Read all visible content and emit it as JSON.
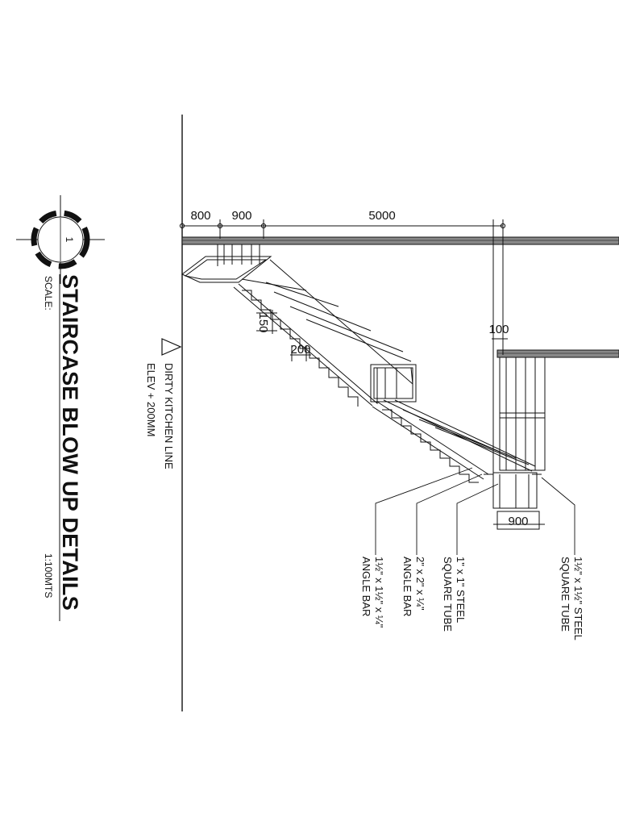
{
  "title": {
    "text": "STAIRCASE BLOW UP DETAILS",
    "scale_label": "SCALE:",
    "scale_value": "1:100MTS",
    "detail_number": "1"
  },
  "level": {
    "line1": "DIRTY KITCHEN LINE",
    "line2": "ELEV + 200MM"
  },
  "dimensions": {
    "d1": "800",
    "d2": "900",
    "d3": "5000",
    "riser": "150",
    "tread": "200",
    "gap": "100",
    "landing": "900"
  },
  "callouts": [
    {
      "line1": "1½\" x 1½\" x ¼\"",
      "line2": "ANGLE BAR"
    },
    {
      "line1": "2\" x 2\" x ¼\"",
      "line2": "ANGLE BAR"
    },
    {
      "line1": "1\" x 1\" STEEL",
      "line2": "SQUARE TUBE"
    },
    {
      "line1": "1½\" x 1½\" STEEL",
      "line2": "SQUARE TUBE"
    }
  ],
  "colors": {
    "line": "#111111",
    "slab": "#777777",
    "background": "#ffffff"
  }
}
